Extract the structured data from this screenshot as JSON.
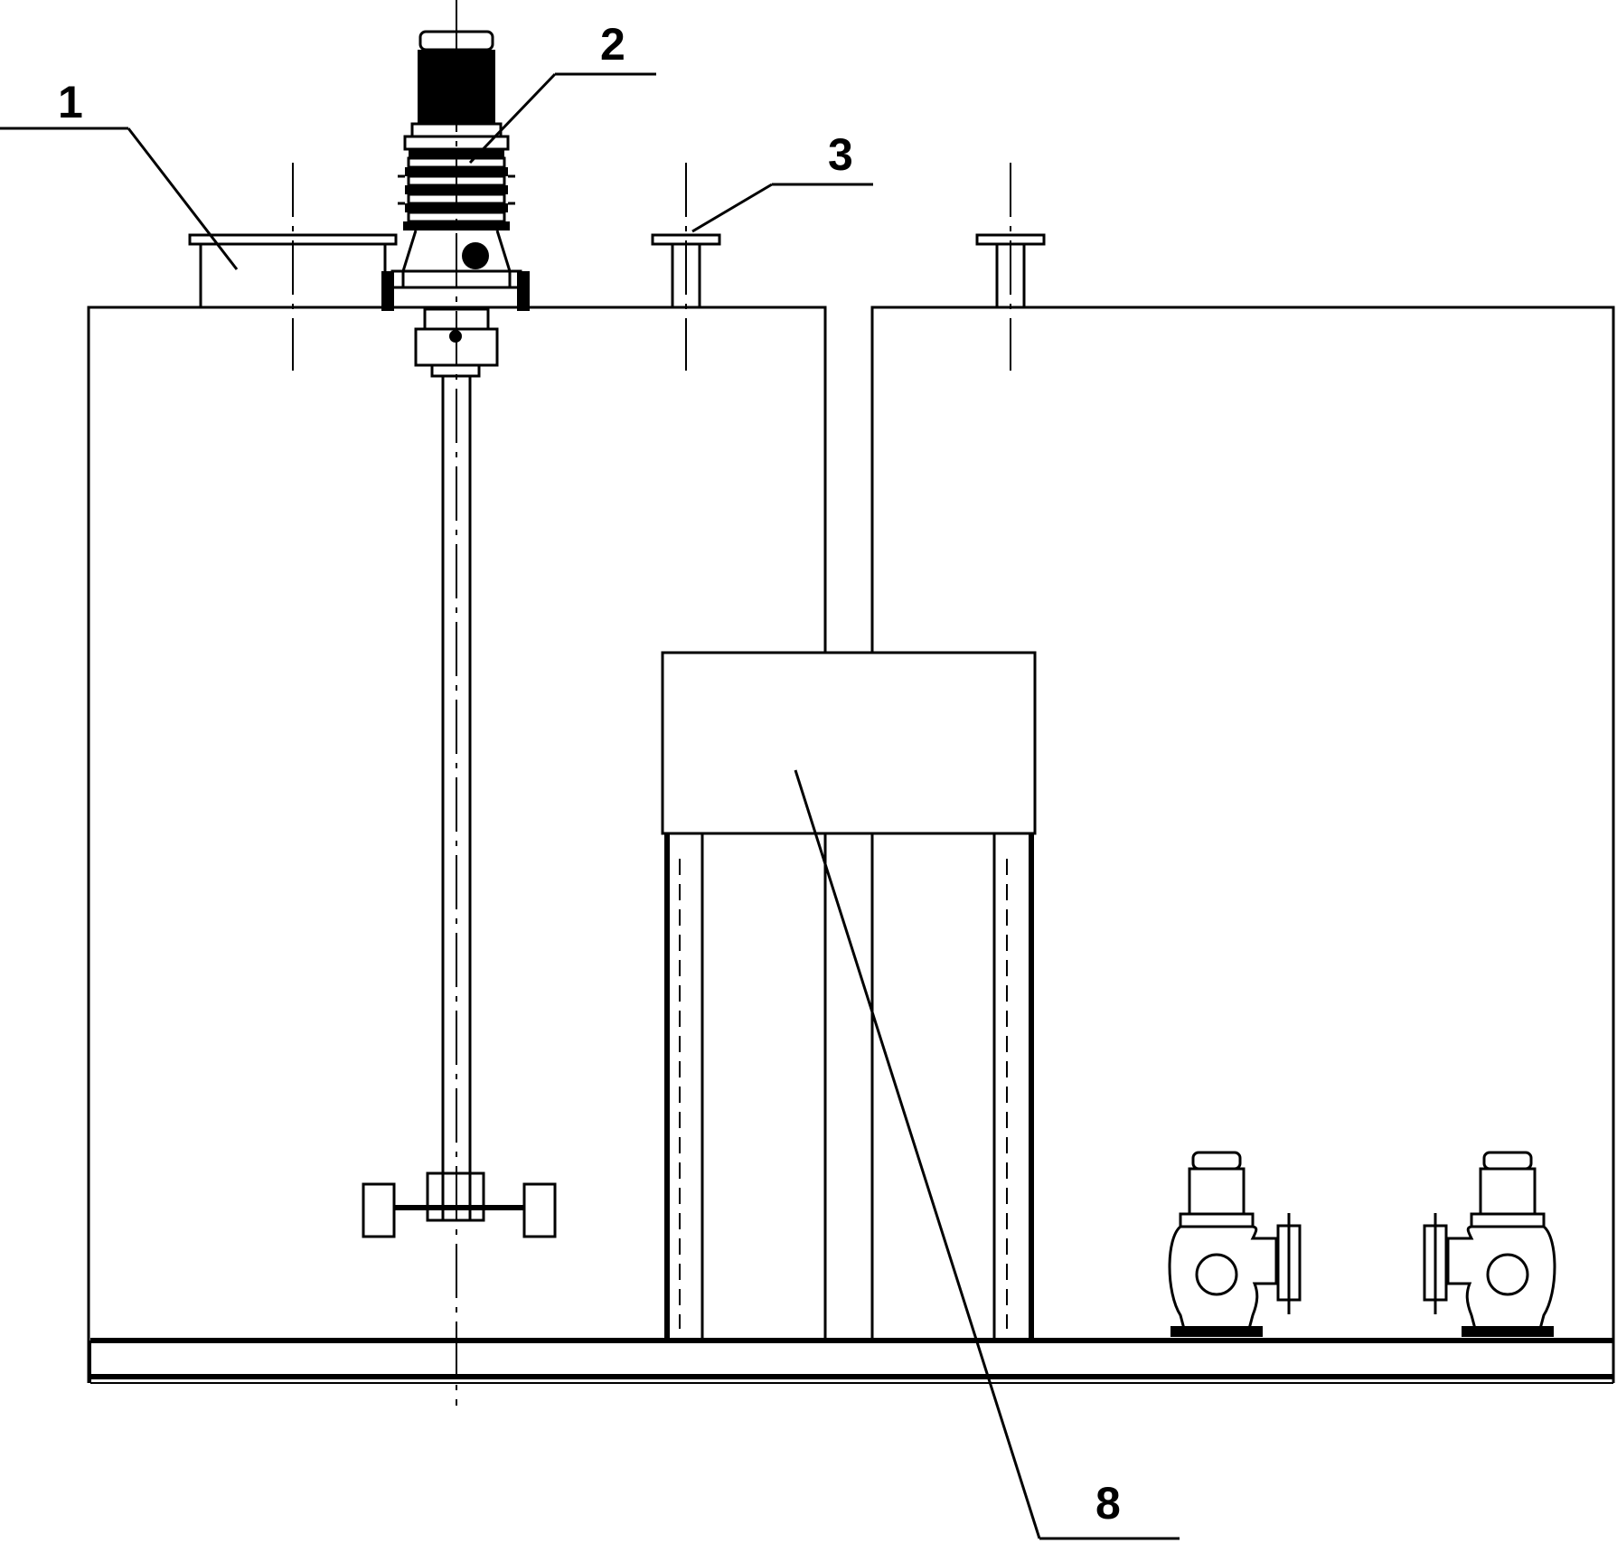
{
  "callouts": [
    {
      "id": "1",
      "text": "1"
    },
    {
      "id": "2",
      "text": "2"
    },
    {
      "id": "3",
      "text": "3"
    },
    {
      "id": "8",
      "text": "8"
    }
  ],
  "colors": {
    "line": "#000000",
    "background": "#ffffff"
  }
}
